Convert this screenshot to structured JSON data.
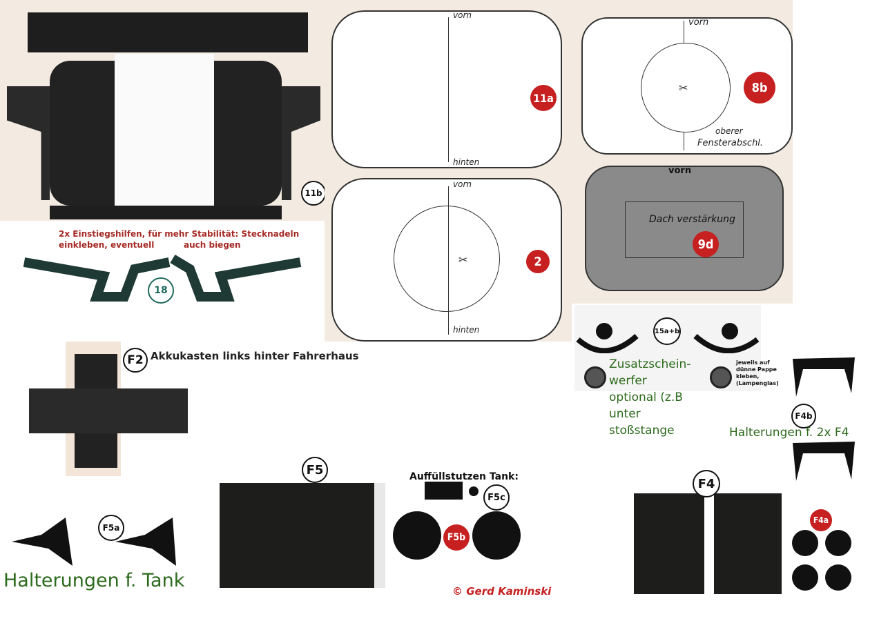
{
  "parts": {
    "p11a": {
      "tag": "11a",
      "front": "vorn",
      "back": "hinten"
    },
    "p2": {
      "tag": "2",
      "front": "vorn",
      "back": "hinten"
    },
    "p8b": {
      "tag": "8b",
      "front": "vorn",
      "note_line1": "oberer",
      "note_line2": "Fensterabschl."
    },
    "p9d": {
      "tag": "9d",
      "front": "vorn",
      "handwritten": "Dach verstärkung"
    },
    "p11b": {
      "tag": "11b"
    },
    "p18": {
      "tag": "18",
      "note_line1": "2x Einstiegshilfen, für mehr Stabilität: Stecknadeln",
      "note_line2": "einkleben, eventuell",
      "note_line2b": "auch biegen"
    },
    "f2": {
      "tag": "F2",
      "title": "Akkukasten links hinter Fahrerhaus"
    },
    "f15": {
      "tag": "15a+b",
      "caption_lines": [
        "Zusatzschein-",
        "werfer",
        "optional (z.B",
        "unter",
        "stoßstange"
      ],
      "note": "jeweils auf dünne Pappe kleben, (Lampenglas)"
    },
    "f4b": {
      "tag": "F4b",
      "caption": "Halterungen f. 2x F4"
    },
    "f5": {
      "tag": "F5"
    },
    "f5a": {
      "tag": "F5a",
      "caption": "Halterungen f. Tank"
    },
    "f5b": {
      "tag": "F5b"
    },
    "f5c": {
      "tag": "F5c",
      "title": "Auffüllstutzen Tank:"
    },
    "f4": {
      "tag": "F4"
    },
    "f4a": {
      "tag": "F4a"
    }
  },
  "copyright": "©  Gerd Kaminski",
  "colors": {
    "red_tag": "#c62020",
    "green_text": "#2c6a1c",
    "dark_teal": "#1f3a35",
    "note_red": "#a52a25"
  }
}
